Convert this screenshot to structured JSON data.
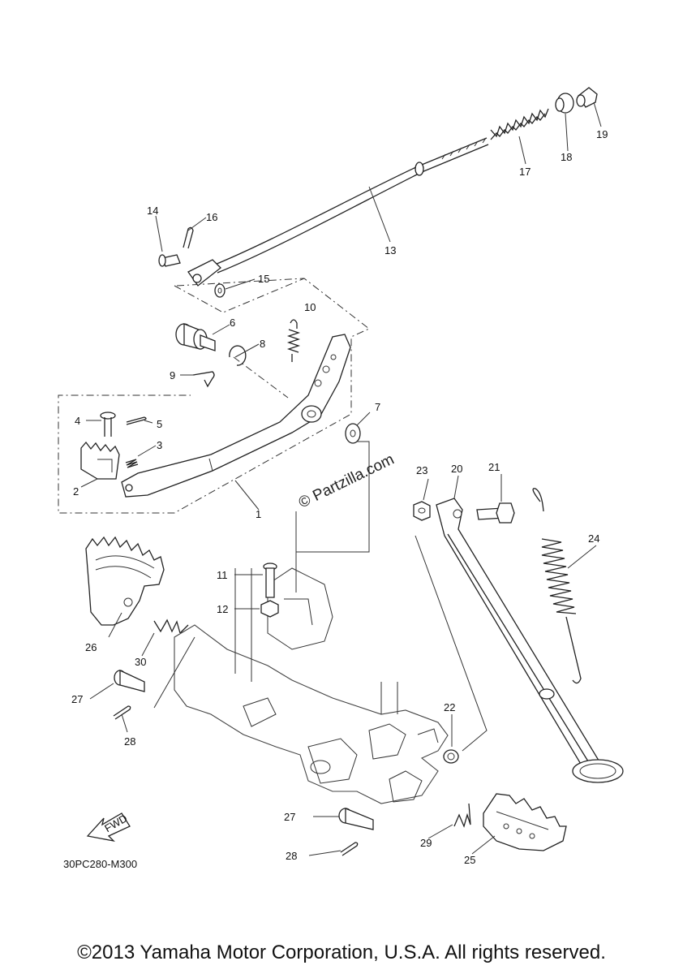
{
  "diagram_code": "30PC280-M300",
  "watermark": "© Partzilla.com",
  "copyright": "©2013 Yamaha Motor Corporation, U.S.A. All rights reserved.",
  "fwd_label": "FWD",
  "callouts": {
    "c1": "1",
    "c2": "2",
    "c3": "3",
    "c4": "4",
    "c5": "5",
    "c6": "6",
    "c7": "7",
    "c8": "8",
    "c9": "9",
    "c10": "10",
    "c11": "11",
    "c12": "12",
    "c13": "13",
    "c14": "14",
    "c15": "15",
    "c16": "16",
    "c17": "17",
    "c18": "18",
    "c19": "19",
    "c20": "20",
    "c21": "21",
    "c22": "22",
    "c23": "23",
    "c24": "24",
    "c25": "25",
    "c26": "26",
    "c27a": "27",
    "c27b": "27",
    "c28a": "28",
    "c28b": "28",
    "c29": "29",
    "c30": "30"
  }
}
